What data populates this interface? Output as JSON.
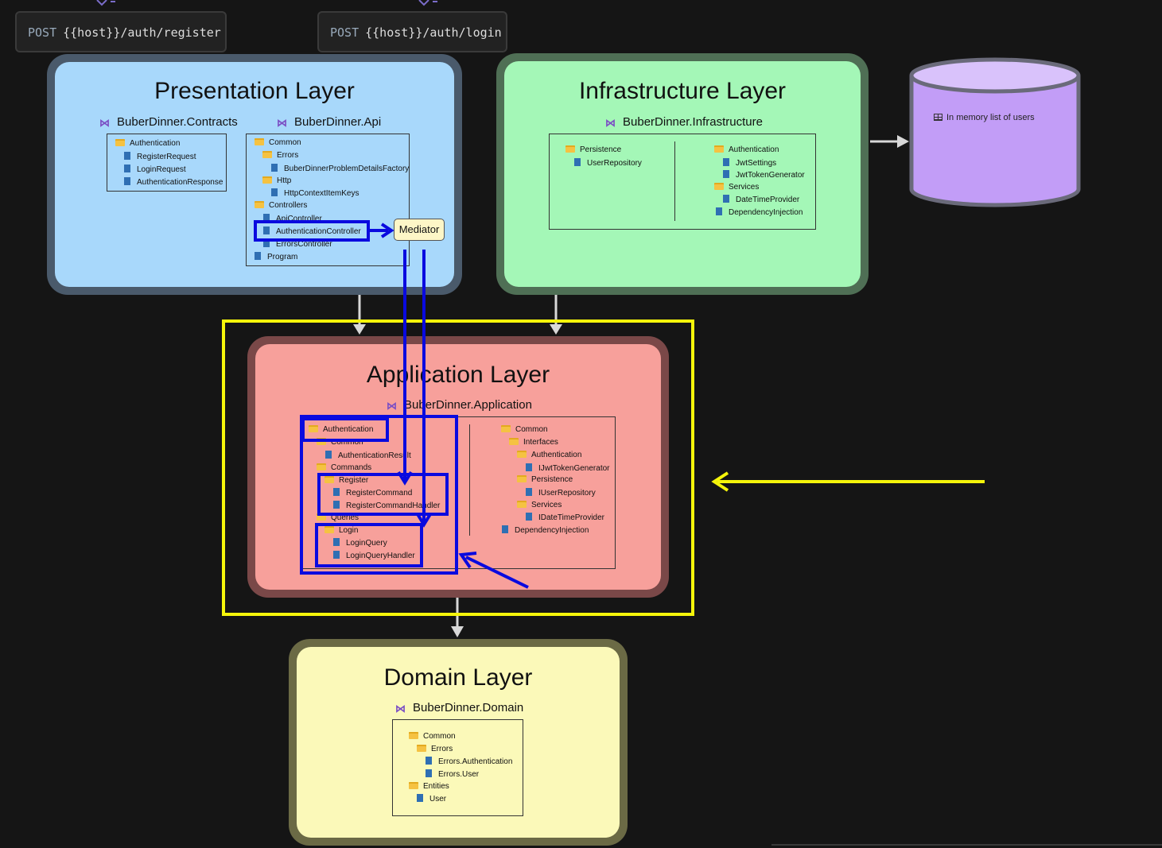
{
  "requests": [
    {
      "verb": "POST",
      "path": "{{host}}/auth/register"
    },
    {
      "verb": "POST",
      "path": "{{host}}/auth/login"
    }
  ],
  "presentation": {
    "title": "Presentation Layer",
    "contracts": {
      "project": "BuberDinner.Contracts",
      "items": [
        "Authentication",
        "RegisterRequest",
        "LoginRequest",
        "AuthenticationResponse"
      ]
    },
    "api": {
      "project": "BuberDinner.Api",
      "items": [
        "Common",
        "Errors",
        "BuberDinnerProblemDetailsFactory",
        "Http",
        "HttpContextItemKeys",
        "Controllers",
        "ApiController",
        "AuthenticationController",
        "ErrorsController",
        "Program"
      ]
    },
    "mediator": "Mediator"
  },
  "infrastructure": {
    "title": "Infrastructure Layer",
    "project": "BuberDinner.Infrastructure",
    "left_items": [
      "Persistence",
      "UserRepository"
    ],
    "right_items": [
      "Authentication",
      "JwtSettings",
      "JwtTokenGenerator",
      "Services",
      "DateTimeProvider",
      "DependencyInjection"
    ]
  },
  "database": {
    "label": "In memory list of users"
  },
  "application": {
    "title": "Application Layer",
    "project": "BuberDinner.Application",
    "left_items": [
      "Authentication",
      "Common",
      "AuthenticationResult",
      "Commands",
      "Register",
      "RegisterCommand",
      "RegisterCommandHandler",
      "Queries",
      "Login",
      "LoginQuery",
      "LoginQueryHandler"
    ],
    "right_items": [
      "Common",
      "Interfaces",
      "Authentication",
      "IJwtTokenGenerator",
      "Persistence",
      "IUserRepository",
      "Services",
      "IDateTimeProvider",
      "DependencyInjection"
    ]
  },
  "domain": {
    "title": "Domain Layer",
    "project": "BuberDinner.Domain",
    "items": [
      "Common",
      "Errors",
      "Errors.Authentication",
      "Errors.User",
      "Entities",
      "User"
    ]
  },
  "colors": {
    "presentation": "#a8d8fb",
    "infrastructure": "#a4f7b7",
    "application": "#f7a09b",
    "domain": "#fbf9b9",
    "database": "#c29df7",
    "highlight_blue": "#0a0adf",
    "highlight_yellow": "#f5f50a"
  }
}
